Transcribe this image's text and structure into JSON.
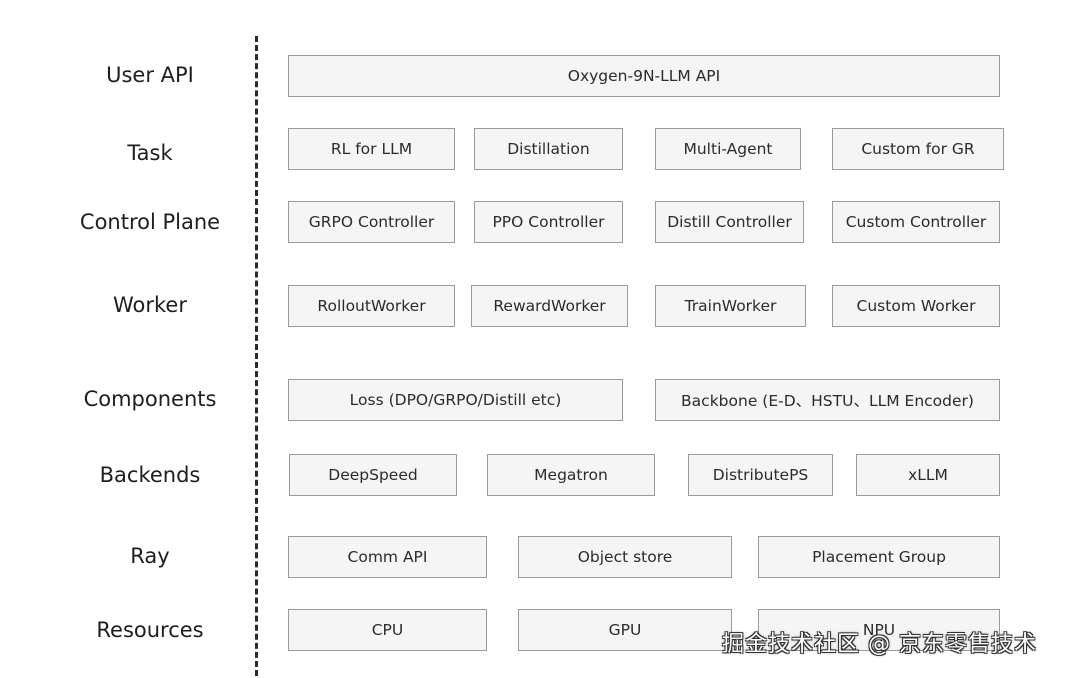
{
  "layers": {
    "user_api": "User API",
    "task": "Task",
    "control_plane": "Control Plane",
    "worker": "Worker",
    "components": "Components",
    "backends": "Backends",
    "ray": "Ray",
    "resources": "Resources"
  },
  "user_api": {
    "api": "Oxygen-9N-LLM API"
  },
  "task": {
    "rl_for_llm": "RL for LLM",
    "distillation": "Distillation",
    "multi_agent": "Multi-Agent",
    "custom_for_gr": "Custom for GR"
  },
  "control_plane": {
    "grpo": "GRPO Controller",
    "ppo": "PPO Controller",
    "distill": "Distill Controller",
    "custom": "Custom Controller"
  },
  "worker": {
    "rollout": "RolloutWorker",
    "reward": "RewardWorker",
    "train": "TrainWorker",
    "custom": "Custom Worker"
  },
  "components": {
    "loss": "Loss (DPO/GRPO/Distill etc)",
    "backbone": "Backbone (E-D、HSTU、LLM Encoder)"
  },
  "backends": {
    "deepspeed": "DeepSpeed",
    "megatron": "Megatron",
    "distributeps": "DistributePS",
    "xllm": "xLLM"
  },
  "ray": {
    "comm_api": "Comm API",
    "object_store": "Object store",
    "placement_group": "Placement Group"
  },
  "resources": {
    "cpu": "CPU",
    "gpu": "GPU",
    "npu": "NPU"
  },
  "watermark": "掘金技术社区 @ 京东零售技术"
}
